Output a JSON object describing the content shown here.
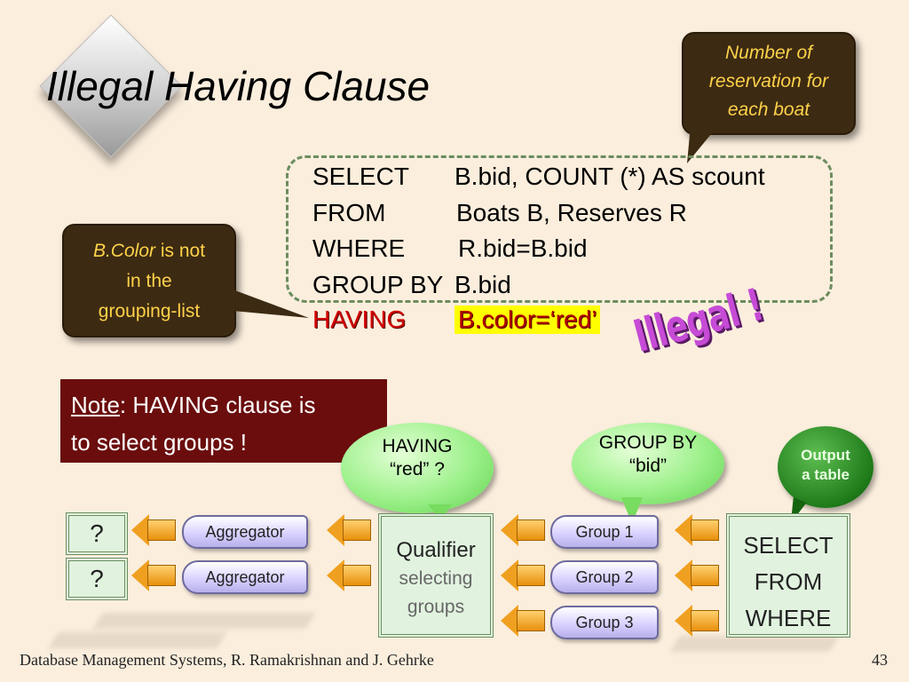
{
  "slide": {
    "title": "Illegal Having Clause",
    "callout_top": [
      "Number of",
      "reservation for",
      "each boat"
    ],
    "callout_left": {
      "em": "B.Color",
      "rest1": " is not",
      "rest2": "in the",
      "rest3": "grouping-list"
    },
    "sql": [
      {
        "kw": "SELECT",
        "val": "B.bid,  COUNT (*) AS scount"
      },
      {
        "kw": "FROM",
        "val": "Boats B, Reserves R"
      },
      {
        "kw": "WHERE",
        "val": "R.bid=B.bid"
      },
      {
        "kw": "GROUP BY",
        "val": "B.bid"
      },
      {
        "kw": "HAVING",
        "val": "B.color=‘red’"
      }
    ],
    "illegal_label": "Illegal !",
    "note": {
      "label": "Note",
      "text1": ":  HAVING clause is",
      "text2": "to select groups !"
    },
    "bubble_having": [
      "HAVING",
      "“red” ?"
    ],
    "bubble_group": [
      "GROUP BY",
      "“bid”"
    ],
    "bubble_output": [
      "Output",
      "a table"
    ],
    "pipeline": {
      "result_1": "?",
      "result_2": "?",
      "aggregator_1": "Aggregator",
      "aggregator_2": "Aggregator",
      "qualifier_title": "Qualifier",
      "qualifier_sub1": "selecting",
      "qualifier_sub2": "groups",
      "group_1": "Group 1",
      "group_2": "Group 2",
      "group_3": "Group 3",
      "sfw_1": "SELECT",
      "sfw_2": "FROM",
      "sfw_3": "WHERE"
    },
    "footer": "Database Management Systems, R. Ramakrishnan and J. Gehrke",
    "page_number": "43"
  }
}
